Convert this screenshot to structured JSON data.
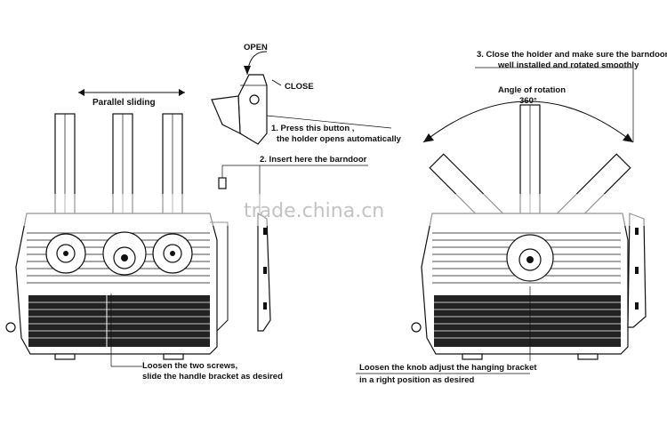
{
  "labels": {
    "open": "OPEN",
    "close": "CLOSE",
    "parallel_sliding": "Parallel sliding",
    "step1_line1": "1. Press  this  button ,",
    "step1_line2": "the holder opens automatically",
    "step2": "2. Insert  here  the  barndoor",
    "step3_line1": "3.  Close the holder and make sure the barndoor",
    "step3_line2": "well installed and rotated smoothly",
    "angle_line1": "Angle of rotation",
    "angle_line2": "360°",
    "loosen_screws_line1": "Loosen the two screws,",
    "loosen_screws_line2": "slide the handle bracket as desired",
    "loosen_knob_line1": "Loosen the knob  adjust the hanging bracket",
    "loosen_knob_line2": "in a right position as desired"
  },
  "watermark": "trade.china.cn",
  "colors": {
    "ink": "#111111",
    "paper": "#ffffff",
    "watermark": "#b9b9b9"
  }
}
